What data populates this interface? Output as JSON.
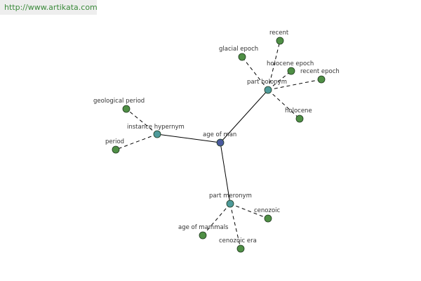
{
  "header": {
    "url": "http://www.artikata.com"
  },
  "colors": {
    "root_node": "#4a5a9e",
    "relation_node": "#4e9a9a",
    "leaf_node": "#4f8f45",
    "node_stroke": "#1f3a1f",
    "edge": "#000000"
  },
  "graph": {
    "root": {
      "id": "age-of-man",
      "label": "age of man"
    },
    "relations": [
      {
        "id": "part-holonym",
        "label": "part holonym",
        "leaves": [
          {
            "id": "recent",
            "label": "recent"
          },
          {
            "id": "glacial-epoch",
            "label": "glacial epoch"
          },
          {
            "id": "holocene-epoch",
            "label": "holocene epoch"
          },
          {
            "id": "recent-epoch",
            "label": "recent epoch"
          },
          {
            "id": "holocene",
            "label": "holocene"
          }
        ]
      },
      {
        "id": "instance-hypernym",
        "label": "instance hypernym",
        "leaves": [
          {
            "id": "geological-period",
            "label": "geological period"
          },
          {
            "id": "period",
            "label": "period"
          }
        ]
      },
      {
        "id": "part-meronym",
        "label": "part meronym",
        "leaves": [
          {
            "id": "cenozoic",
            "label": "cenozoic"
          },
          {
            "id": "age-of-mammals",
            "label": "age of mammals"
          },
          {
            "id": "cenozoic-era",
            "label": "cenozoic era"
          }
        ]
      }
    ]
  }
}
